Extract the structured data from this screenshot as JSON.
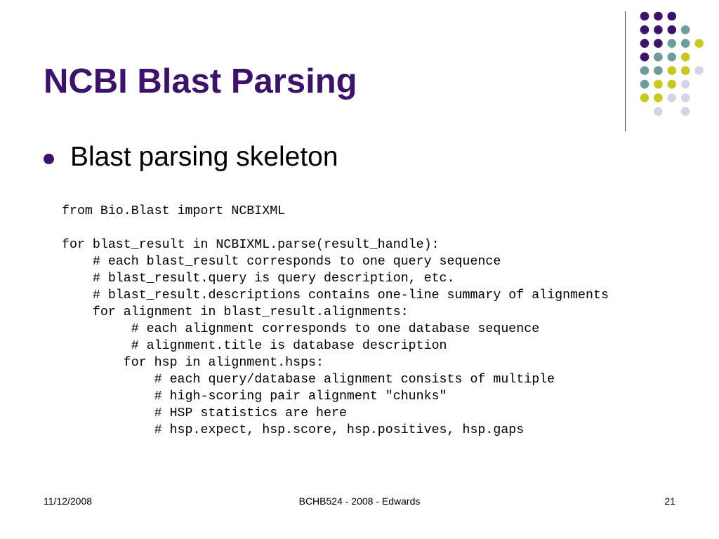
{
  "slide": {
    "title": "NCBI Blast Parsing",
    "bullet": "Blast parsing skeleton",
    "code_lines": [
      "from Bio.Blast import NCBIXML",
      "",
      "for blast_result in NCBIXML.parse(result_handle):",
      "    # each blast_result corresponds to one query sequence",
      "    # blast_result.query is query description, etc.",
      "    # blast_result.descriptions contains one-line summary of alignments",
      "    for alignment in blast_result.alignments:",
      "         # each alignment corresponds to one database sequence",
      "         # alignment.title is database description",
      "        for hsp in alignment.hsps:",
      "            # each query/database alignment consists of multiple",
      "            # high-scoring pair alignment \"chunks\"",
      "            # HSP statistics are here",
      "            # hsp.expect, hsp.score, hsp.positives, hsp.gaps"
    ]
  },
  "footer": {
    "date": "11/12/2008",
    "center": "BCHB524 - 2008 - Edwards",
    "page_number": "21"
  },
  "colors": {
    "title": "#3d1269",
    "dot_purple": "#3d1269",
    "dot_teal": "#6e9c9c",
    "dot_yellow": "#c8c81e",
    "dot_lavender": "#d4d4e6"
  },
  "decoration": {
    "dot_grid": [
      [
        "purple",
        "purple",
        "purple",
        "",
        "",
        ""
      ],
      [
        "purple",
        "purple",
        "purple",
        "teal",
        "",
        ""
      ],
      [
        "purple",
        "purple",
        "teal",
        "teal",
        "yellow",
        ""
      ],
      [
        "purple",
        "teal",
        "teal",
        "yellow",
        "",
        ""
      ],
      [
        "teal",
        "teal",
        "yellow",
        "yellow",
        "lavender",
        ""
      ],
      [
        "teal",
        "yellow",
        "yellow",
        "lavender",
        "",
        ""
      ],
      [
        "yellow",
        "yellow",
        "lavender",
        "lavender",
        "",
        ""
      ],
      [
        "",
        "lavender",
        "",
        "lavender",
        "",
        ""
      ]
    ]
  }
}
